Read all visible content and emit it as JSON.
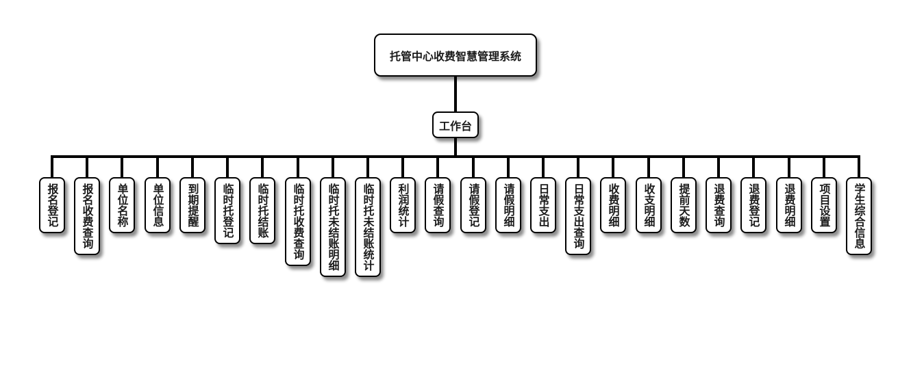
{
  "diagram": {
    "type": "org-tree",
    "root": {
      "label": "托管中心收费智慧管理系统"
    },
    "hub": {
      "label": "工作台"
    },
    "modules": [
      {
        "label": "报名登记"
      },
      {
        "label": "报名收费查询"
      },
      {
        "label": "单位名称"
      },
      {
        "label": "单位信息"
      },
      {
        "label": "到期提醒"
      },
      {
        "label": "临时托登记"
      },
      {
        "label": "临时托结账"
      },
      {
        "label": "临时托收费查询"
      },
      {
        "label": "临时托未结账明细"
      },
      {
        "label": "临时托未结账统计"
      },
      {
        "label": "利润统计"
      },
      {
        "label": "请假查询"
      },
      {
        "label": "请假登记"
      },
      {
        "label": "请假明细"
      },
      {
        "label": "日常支出"
      },
      {
        "label": "日常支出查询"
      },
      {
        "label": "收费明细"
      },
      {
        "label": "收支明细"
      },
      {
        "label": "提前天数"
      },
      {
        "label": "退费查询"
      },
      {
        "label": "退费登记"
      },
      {
        "label": "退费明细"
      },
      {
        "label": "项目设置"
      },
      {
        "label": "学生综合信息"
      }
    ]
  }
}
